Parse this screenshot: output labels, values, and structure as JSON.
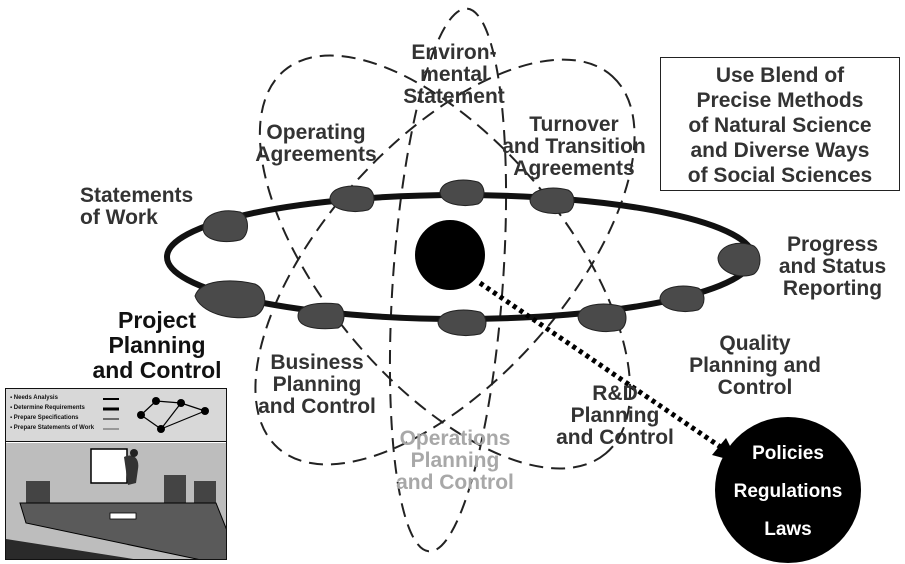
{
  "labels": {
    "environmental": "Environ-\nmental\nStatement",
    "operating": "Operating\nAgreements",
    "turnover": "Turnover\nand Transition\nAgreements",
    "statements": "Statements\nof Work",
    "progress": "Progress\nand Status\nReporting",
    "project": "Project\nPlanning\nand Control",
    "quality": "Quality\nPlanning and\nControl",
    "business": "Business\nPlanning\nand Control",
    "rd": "R&D\nPlanning\nand Control",
    "operations": "Operations\nPlanning\nand Control"
  },
  "blend_box": "Use Blend of\nPrecise Methods\nof Natural Science\nand Diverse Ways\nof Social Sciences",
  "policy_circle": [
    "Policies",
    "Regulations",
    "Laws"
  ],
  "inset": {
    "checklist": [
      "Needs Analysis",
      "Determine Requirements",
      "Prepare Specifications",
      "Prepare Statements of Work"
    ]
  },
  "colors": {
    "orbit": "#111111",
    "blob": "#4a4a4a",
    "nucleus": "#000000",
    "gray_label": "#a8a8a8"
  }
}
